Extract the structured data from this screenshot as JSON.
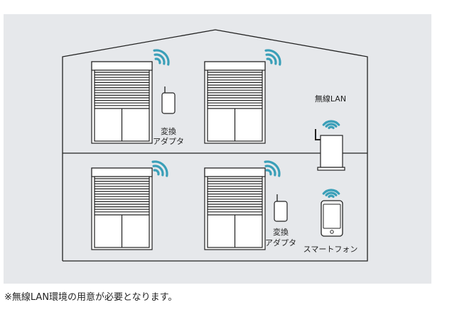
{
  "labels": {
    "adapter_line1": "変換",
    "adapter_line2": "アダプタ",
    "router": "無線LAN",
    "smartphone": "スマートフォン"
  },
  "footnote": "※無線LAN環境の用意が必要となります。",
  "colors": {
    "background": "#e6e8eb",
    "wifi": "#3a9fb8",
    "line": "#222222"
  }
}
